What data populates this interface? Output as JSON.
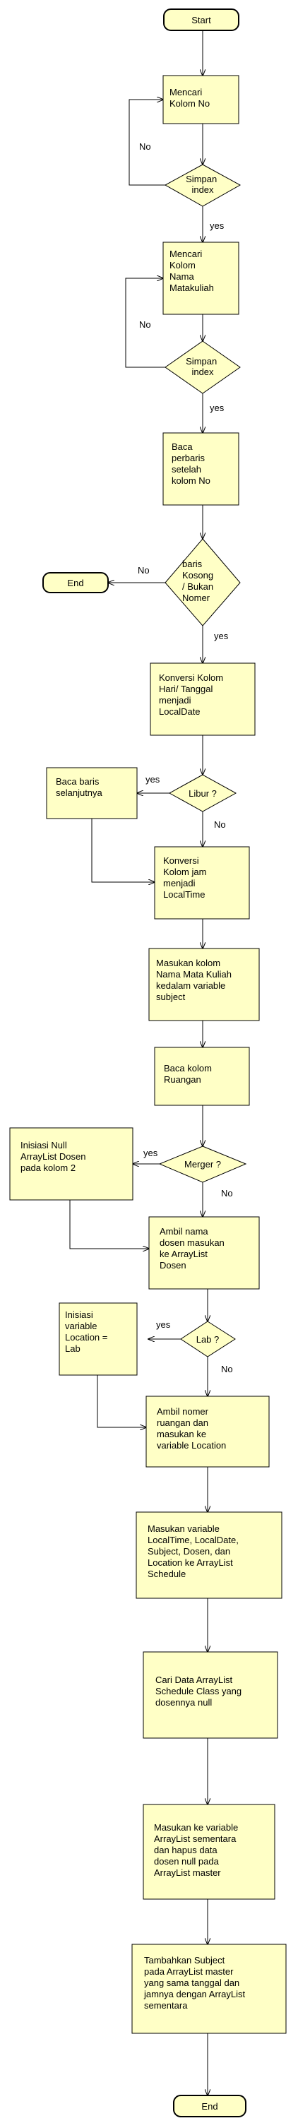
{
  "nodes": {
    "start": "Start",
    "cari_no": [
      "Mencari",
      "Kolom No"
    ],
    "simpan1": [
      "Simpan",
      "index"
    ],
    "cari_mk": [
      "Mencari",
      "Kolom",
      "Nama",
      "Matakuliah"
    ],
    "simpan2": [
      "Simpan",
      "index"
    ],
    "baca_baris": [
      "Baca",
      "perbaris",
      "setelah",
      "kolom No"
    ],
    "baris_kosong": [
      "baris",
      "Kosong",
      "/ Bukan",
      "Nomer"
    ],
    "end1": "End",
    "konversi_tgl": [
      "Konversi Kolom",
      "Hari/ Tanggal",
      "menjadi",
      "LocalDate"
    ],
    "libur": "Libur ?",
    "baca_lanjut": [
      "Baca baris",
      "selanjutnya"
    ],
    "konversi_jam": [
      "Konversi",
      "Kolom jam",
      "menjadi",
      "LocalTime"
    ],
    "masukan_mk": [
      "Masukan kolom",
      "Nama Mata Kuliah",
      "kedalam variable",
      "subject"
    ],
    "baca_ruangan": [
      "Baca kolom",
      "Ruangan"
    ],
    "merger": "Merger ?",
    "inisiasi_null": [
      "Inisiasi Null",
      "ArrayList Dosen",
      "pada kolom 2"
    ],
    "ambil_dosen": [
      "Ambil nama",
      "dosen masukan",
      "ke ArrayList",
      "Dosen"
    ],
    "lab": "Lab ?",
    "inisiasi_lab": [
      "Inisiasi",
      "variable",
      "Location =",
      "Lab"
    ],
    "ambil_ruangan": [
      "Ambil  nomer",
      "ruangan dan",
      "masukan ke",
      "variable Location"
    ],
    "masukan_schedule": [
      "Masukan variable",
      "LocalTime, LocalDate,",
      "Subject, Dosen, dan",
      "Location ke ArrayList",
      "Schedule"
    ],
    "cari_data": [
      "Cari Data ArrayList",
      "Schedule Class yang",
      "dosennya null"
    ],
    "masukan_sementara": [
      "Masukan ke variable",
      "ArrayList sementara",
      "dan hapus data",
      "dosen  null pada",
      "ArrayList master"
    ],
    "tambahkan_subject": [
      "Tambahkan Subject",
      "pada ArrayList master",
      "yang sama tanggal dan",
      "jamnya dengan ArrayList",
      "sementara"
    ],
    "end2": "End"
  },
  "edge_labels": {
    "no1": "No",
    "yes1": "yes",
    "no2": "No",
    "yes2": "yes",
    "no3": "No",
    "yes3": "yes",
    "yes4": "yes",
    "no4": "No",
    "yes5": "yes",
    "no5": "No",
    "yes6": "yes",
    "no6": "No"
  }
}
